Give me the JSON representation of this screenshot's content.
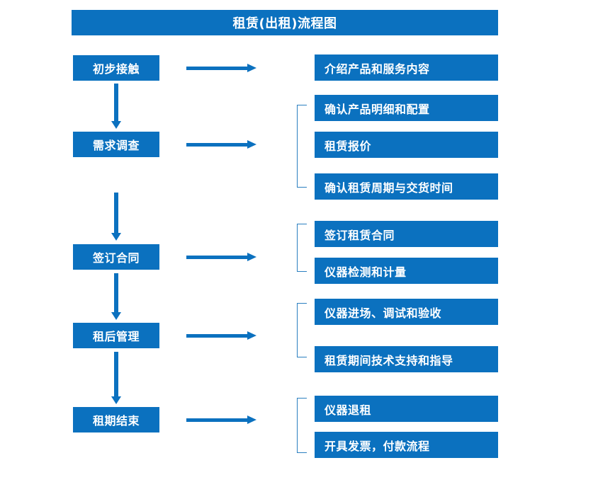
{
  "title": {
    "text": "租赁(出租)流程图"
  },
  "colors": {
    "brand_blue": "#0b71bf",
    "bracket_blue": "#2a7fc0",
    "text_white": "#ffffff",
    "background": "#ffffff"
  },
  "stages": [
    {
      "label": "初步接触"
    },
    {
      "label": "需求调查"
    },
    {
      "label": "签订合同"
    },
    {
      "label": "租后管理"
    },
    {
      "label": "租期结束"
    }
  ],
  "details": [
    {
      "label": "介绍产品和服务内容"
    },
    {
      "label": "确认产品明细和配置"
    },
    {
      "label": "租赁报价"
    },
    {
      "label": "确认租赁周期与交货时间"
    },
    {
      "label": "签订租赁合同"
    },
    {
      "label": "仪器检测和计量"
    },
    {
      "label": "仪器进场、调试和验收"
    },
    {
      "label": "租赁期间技术支持和指导"
    },
    {
      "label": "仪器退租"
    },
    {
      "label": "开具发票，付款流程"
    }
  ],
  "connectors": {
    "horizontal_arrow_count": 5,
    "vertical_arrow_count": 4,
    "bracket_count": 4
  }
}
